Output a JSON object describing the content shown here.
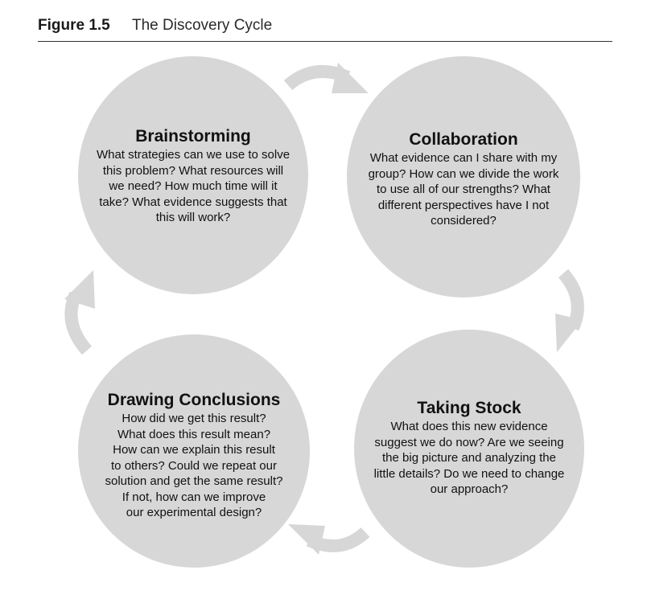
{
  "figure": {
    "label": "Figure 1.5",
    "title": "The Discovery Cycle"
  },
  "colors": {
    "circle_fill": "#d7d7d7",
    "arrow_fill": "#d7d7d7",
    "text": "#111111"
  },
  "cycle": [
    {
      "title": "Brainstorming",
      "lines": [
        "What strategies can we use to solve",
        "this problem? What resources will",
        "we need? How much time will it",
        "take? What evidence suggests that",
        "this will work?"
      ]
    },
    {
      "title": "Collaboration",
      "lines": [
        "What evidence can I share with my",
        "group? How can we divide the work",
        "to use all of our strengths? What",
        "different perspectives have I not",
        "considered?"
      ]
    },
    {
      "title": "Taking Stock",
      "lines": [
        "What does this new evidence",
        "suggest we do now? Are we seeing",
        "the big picture and analyzing the",
        "little details? Do we need to change",
        "our approach?"
      ]
    },
    {
      "title": "Drawing Conclusions",
      "lines": [
        "How did we get this result?",
        "What does this result mean?",
        "How can we explain this result",
        "to others? Could we repeat our",
        "solution and get the same result?",
        "If not, how can we improve",
        "our experimental design?"
      ]
    }
  ],
  "arrows": [
    "brainstorming-to-collaboration",
    "collaboration-to-taking-stock",
    "taking-stock-to-drawing-conclusions",
    "drawing-conclusions-to-brainstorming"
  ]
}
